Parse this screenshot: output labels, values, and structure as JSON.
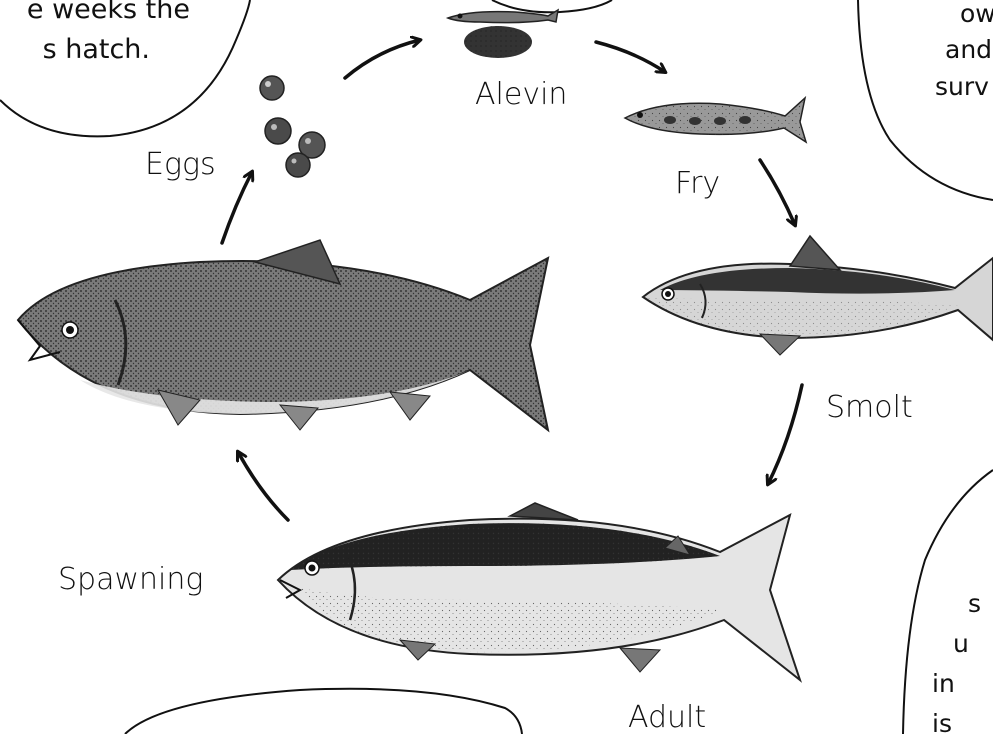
{
  "bubbles": {
    "top_left": {
      "line1": "e weeks the",
      "line2": "s hatch."
    },
    "top_right": {
      "line1": "own",
      "line2": "and",
      "line3": "surv"
    },
    "bottom_right": {
      "line1": "s",
      "line2": "u",
      "line3": "in",
      "line4": "is"
    }
  },
  "stages": {
    "eggs": "Eggs",
    "alevin": "Alevin",
    "fry": "Fry",
    "smolt": "Smolt",
    "adult": "Adult",
    "spawning": "Spawning"
  },
  "colors": {
    "ink": "#111111",
    "background": "#ffffff"
  }
}
